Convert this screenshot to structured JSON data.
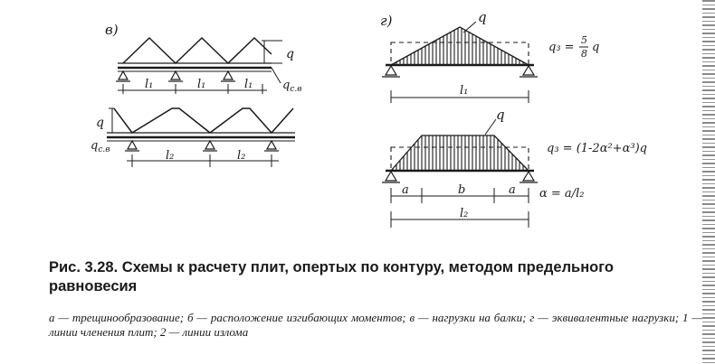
{
  "panel_v": {
    "tag": "в)",
    "q": "q",
    "q_cv_top": "q",
    "q_cv_top_sub": "c.в",
    "q_cv_bottom": "q",
    "q_cv_bottom_sub": "c.в",
    "l1_labels": [
      "l₁",
      "l₁",
      "l₁"
    ],
    "l2_labels": [
      "l₂",
      "l₂"
    ]
  },
  "panel_g": {
    "tag": "г)",
    "q_top": "q",
    "formula_top": "q₃ = ",
    "frac_num": "5",
    "frac_den": "8",
    "formula_top_tail": "q",
    "l1": "l₁",
    "q_bottom": "q",
    "formula_bottom": "q₃ = (1-2α²+α³)q",
    "a_left": "a",
    "b": "b",
    "a_right": "a",
    "alpha_def": "α = a/l₂",
    "l2": "l₂"
  },
  "caption": {
    "title": "Рис. 3.28. Схемы к расчету плит, опертых по контуру, методом предельного равновесия",
    "notes": "а — трещинообразование; б — расположение изгибающих моментов; в — нагрузки на балки; г — эквивалентные нагрузки; 1 — линии членения плит; 2 — линии излома"
  }
}
